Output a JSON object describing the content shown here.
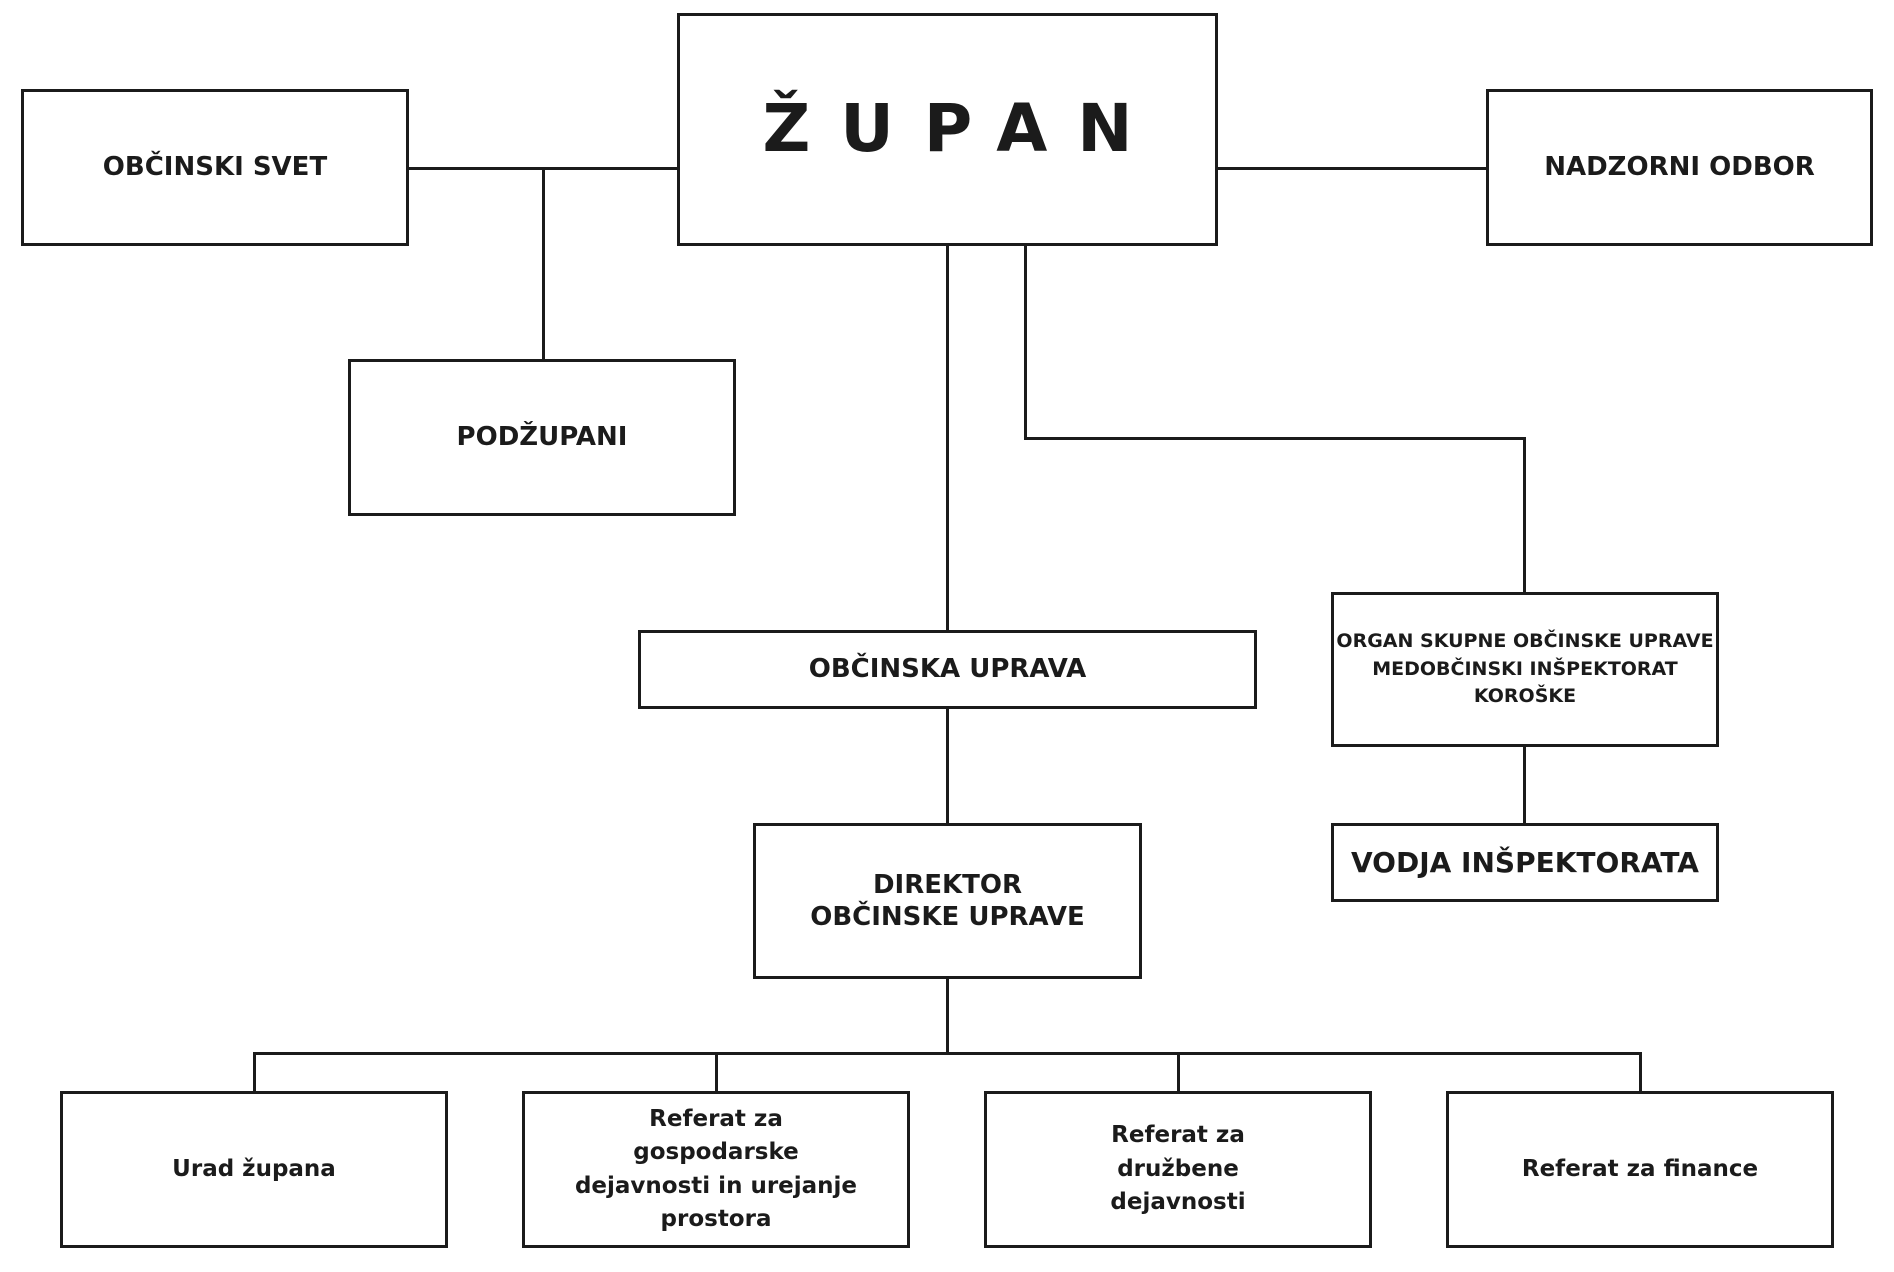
{
  "org_chart": {
    "mayor": "ŽUPAN",
    "municipal_council": "OBČINSKI SVET",
    "supervisory_board": "NADZORNI ODBOR",
    "deputy_mayors": "PODŽUPANI",
    "municipal_administration": "OBČINSKA UPRAVA",
    "joint_body": {
      "line1": "ORGAN SKUPNE OBČINSKE UPRAVE",
      "line2": "MEDOBČINSKI INŠPEKTORAT KOROŠKE"
    },
    "inspectorate_head": "VODJA INŠPEKTORATA",
    "director": "DIREKTOR OBČINSKE UPRAVE",
    "departments": [
      "Urad župana",
      "Referat za gospodarske dejavnosti in urejanje prostora",
      "Referat za družbene dejavnosti",
      "Referat za finance"
    ]
  }
}
